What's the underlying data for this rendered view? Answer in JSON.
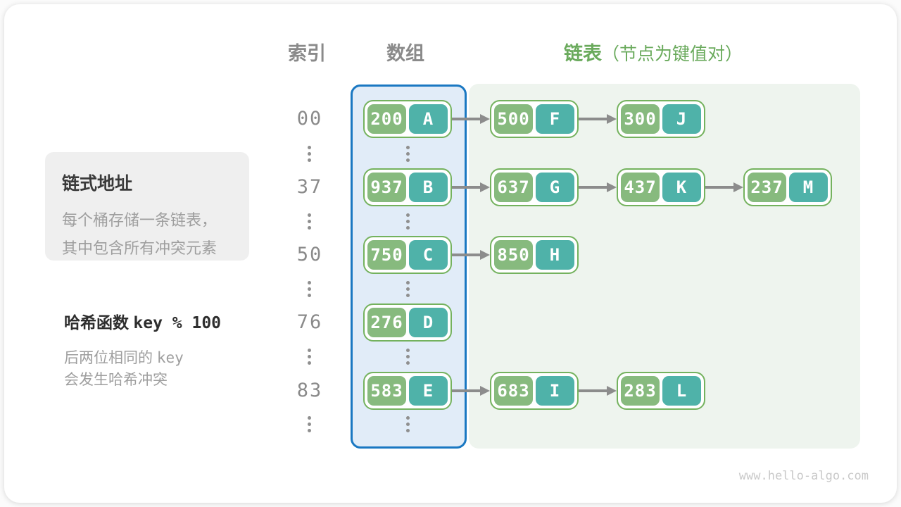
{
  "headers": {
    "index": "索引",
    "array": "数组",
    "list": "链表",
    "list_note": "（节点为键值对）"
  },
  "info_box": {
    "title": "链式地址",
    "line1": "每个桶存储一条链表，",
    "line2": "其中包含所有冲突元素"
  },
  "hash_note": {
    "label": "哈希函数",
    "formula": "key % 100",
    "line1_text": "后两位相同的",
    "line1_code": "key",
    "line2": "会发生哈希冲突"
  },
  "watermark": "www.hello-algo.com",
  "colors": {
    "array-fill": "#e1ecf8",
    "array-border": "#1a78c2",
    "list-fill": "#eef4ee",
    "node-border": "#74b25e",
    "key-fill": "#87ba7e",
    "value-fill": "#4fb2a9",
    "arrow": "#8c8c8c",
    "header-green": "#6aaa5c",
    "header-gray": "#8a8a8a"
  },
  "rows": [
    {
      "index": "00",
      "bucket": {
        "key": "200",
        "value": "A"
      },
      "chain": [
        {
          "key": "500",
          "value": "F"
        },
        {
          "key": "300",
          "value": "J"
        }
      ]
    },
    {
      "index": "37",
      "bucket": {
        "key": "937",
        "value": "B"
      },
      "chain": [
        {
          "key": "637",
          "value": "G"
        },
        {
          "key": "437",
          "value": "K"
        },
        {
          "key": "237",
          "value": "M"
        }
      ]
    },
    {
      "index": "50",
      "bucket": {
        "key": "750",
        "value": "C"
      },
      "chain": [
        {
          "key": "850",
          "value": "H"
        }
      ]
    },
    {
      "index": "76",
      "bucket": {
        "key": "276",
        "value": "D"
      },
      "chain": []
    },
    {
      "index": "83",
      "bucket": {
        "key": "583",
        "value": "E"
      },
      "chain": [
        {
          "key": "683",
          "value": "I"
        },
        {
          "key": "283",
          "value": "L"
        }
      ]
    }
  ]
}
